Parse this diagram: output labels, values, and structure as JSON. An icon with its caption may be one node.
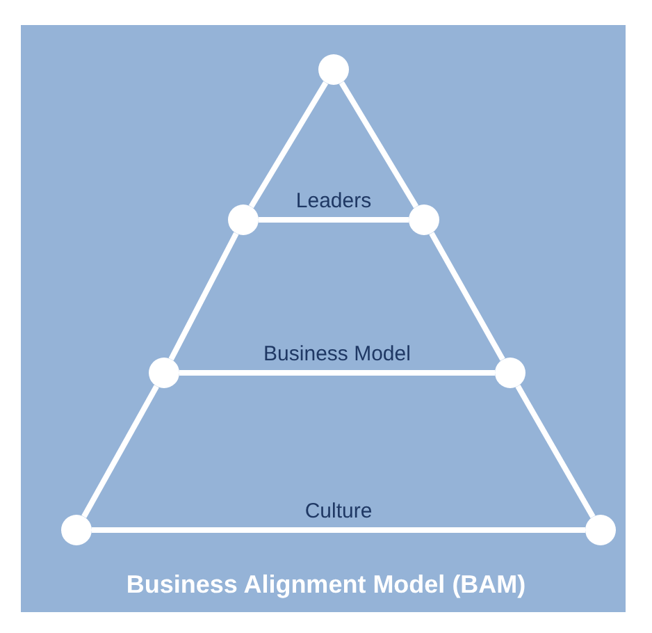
{
  "diagram": {
    "title": "Business Alignment Model (BAM)",
    "nodes": [
      {
        "text": [],
        "shape": "circle"
      },
      {
        "text": [],
        "shape": "circle"
      },
      {
        "text": [],
        "shape": "circle"
      },
      {
        "text": [],
        "shape": "circle"
      },
      {
        "text": [],
        "shape": "circle"
      },
      {
        "text": [],
        "shape": "circle"
      },
      {
        "text": [],
        "shape": "circle"
      }
    ],
    "edges": [
      {
        "from": 0,
        "to": 1,
        "arrow": "none"
      },
      {
        "from": 0,
        "to": 2,
        "arrow": "none"
      },
      {
        "from": 1,
        "to": 2,
        "arrow": "none",
        "label": "Leaders"
      },
      {
        "from": 1,
        "to": 3,
        "arrow": "none"
      },
      {
        "from": 2,
        "to": 4,
        "arrow": "none"
      },
      {
        "from": 3,
        "to": 4,
        "arrow": "none",
        "label": "Business Model"
      },
      {
        "from": 3,
        "to": 5,
        "arrow": "none"
      },
      {
        "from": 4,
        "to": 6,
        "arrow": "none"
      },
      {
        "from": 5,
        "to": 6,
        "arrow": "none",
        "label": "Culture"
      }
    ]
  }
}
